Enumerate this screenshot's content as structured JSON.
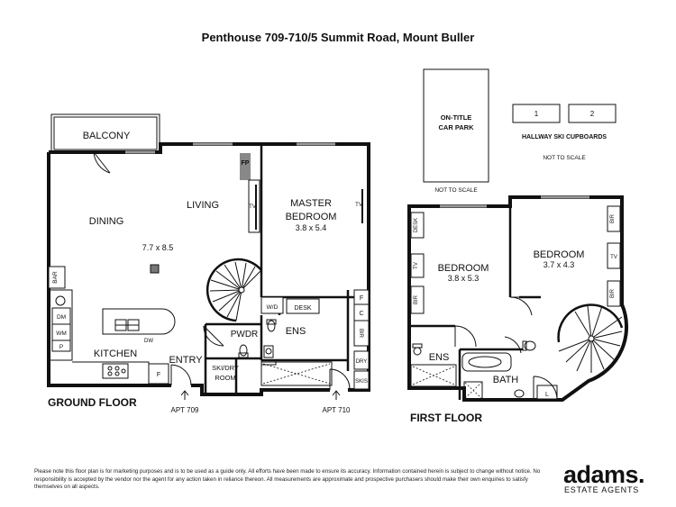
{
  "title": "Penthouse 709-710/5 Summit Road, Mount Buller",
  "ground_floor": {
    "label": "GROUND FLOOR",
    "rooms": {
      "balcony": "BALCONY",
      "dining": "DINING",
      "living": "LIVING",
      "living_dims": "7.7 x 8.5",
      "master": "MASTER",
      "master_bedroom": "BEDROOM",
      "master_dims": "3.8 x 5.4",
      "kitchen": "KITCHEN",
      "entry": "ENTRY",
      "pwdr": "PWDR",
      "ski_dry": "SKI/DRY",
      "ski_room": "ROOM",
      "ens": "ENS",
      "fp": "FP",
      "tv_living": "TV",
      "tv_master": "TV",
      "desk": "DESK",
      "wd": "W/D",
      "bar": "BAR",
      "dm": "DM",
      "wm": "WM",
      "p": "P",
      "dw": "DW",
      "f_kitchen": "F",
      "f_right": "F",
      "c_right": "C",
      "bir_right": "BIR",
      "dry": "DRY",
      "skis": "SKIS"
    },
    "apt_709": "APT 709",
    "apt_710": "APT 710"
  },
  "first_floor": {
    "label": "FIRST FLOOR",
    "rooms": {
      "bedroom1": "BEDROOM",
      "bedroom1_dims": "3.8 x 5.3",
      "bedroom2": "BEDROOM",
      "bedroom2_dims": "3.7 x 4.3",
      "ens": "ENS",
      "bath": "BATH",
      "desk": "DESK",
      "tv_left": "TV",
      "bir_left": "BIR",
      "tv_right": "TV",
      "bir_top": "BIR",
      "bir_bottom": "BIR",
      "l": "L"
    }
  },
  "car_park": {
    "label_line1": "ON-TITLE",
    "label_line2": "CAR PARK",
    "note": "NOT TO SCALE"
  },
  "ski_cupboards": {
    "box1": "1",
    "box2": "2",
    "label": "HALLWAY SKI CUPBOARDS",
    "note": "NOT TO SCALE"
  },
  "disclaimer": "Please note this floor plan is for marketing purposes and is to be used as a guide only. All efforts have been made to ensure its accuracy. Information contained herein is subject to change without notice. No responsibility is accepted by the vendor nor the agent for any action taken in reliance thereon. All measurements are approximate and prospective purchasers should make their own enquiries to satisfy themselves on all aspects.",
  "brand": {
    "name": "adams.",
    "tagline": "ESTATE AGENTS"
  }
}
